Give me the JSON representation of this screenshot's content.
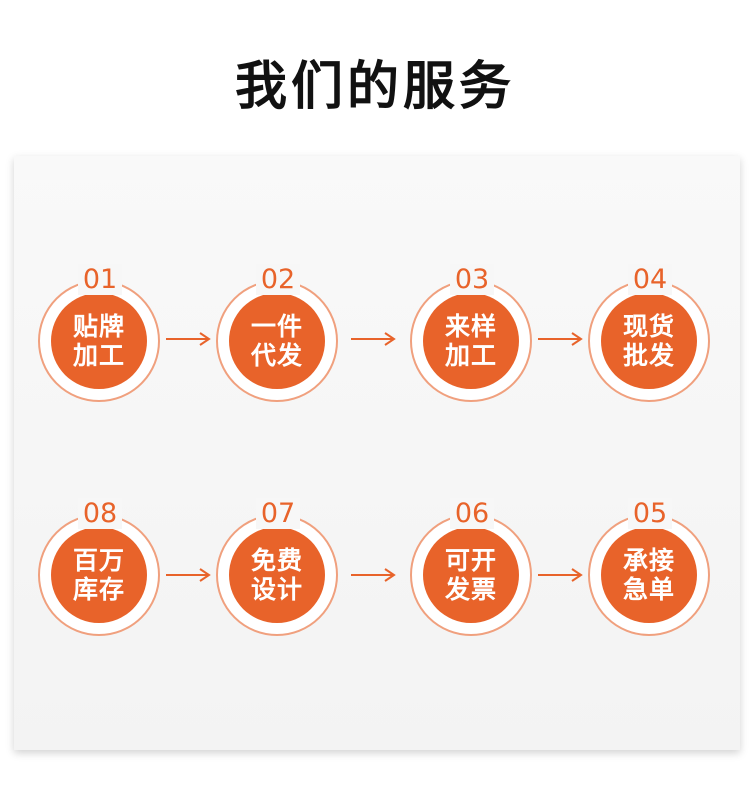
{
  "title": "我们的服务",
  "colors": {
    "accent": "#e8632a",
    "ring": "#f0a07e",
    "title": "#111111"
  },
  "steps": [
    {
      "num": "01",
      "line1": "贴牌",
      "line2": "加工"
    },
    {
      "num": "02",
      "line1": "一件",
      "line2": "代发"
    },
    {
      "num": "03",
      "line1": "来样",
      "line2": "加工"
    },
    {
      "num": "04",
      "line1": "现货",
      "line2": "批发"
    },
    {
      "num": "08",
      "line1": "百万",
      "line2": "库存"
    },
    {
      "num": "07",
      "line1": "免费",
      "line2": "设计"
    },
    {
      "num": "06",
      "line1": "可开",
      "line2": "发票"
    },
    {
      "num": "05",
      "line1": "承接",
      "line2": "急单"
    }
  ],
  "arrow_icon": "arrow-right-icon"
}
